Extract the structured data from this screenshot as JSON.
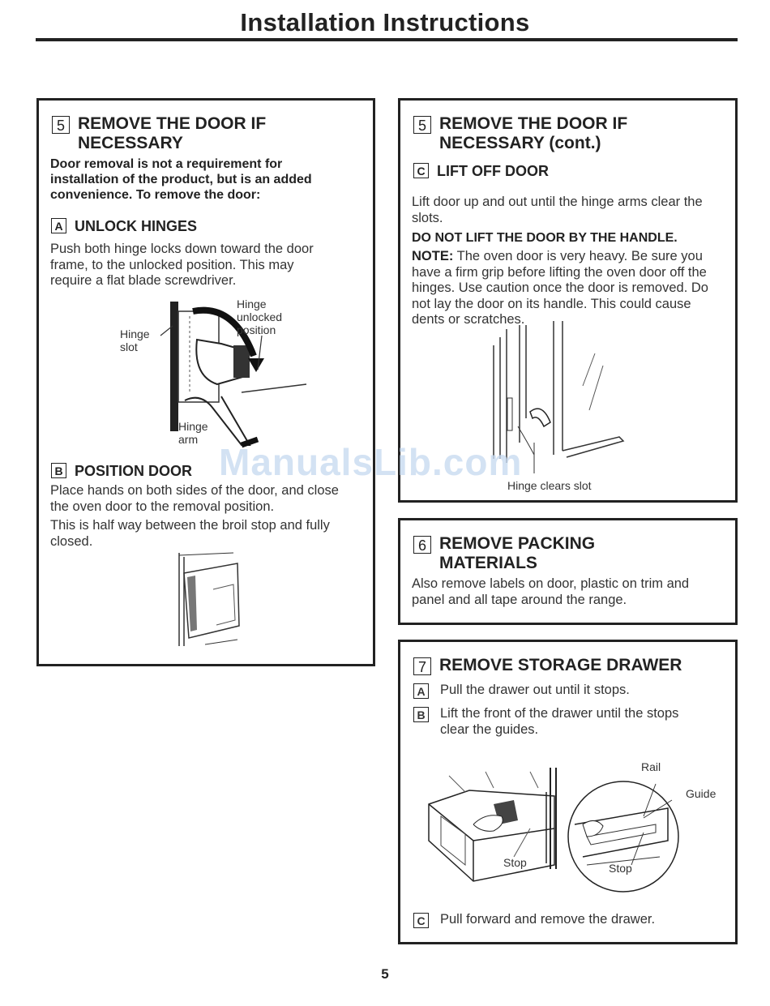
{
  "header": {
    "title": "Installation Instructions"
  },
  "left_box": {
    "num": "5",
    "title_line1": "REMOVE THE DOOR IF",
    "title_line2": "NECESSARY",
    "intro": "Door removal is not a requirement for installation of the product, but is an added convenience. To remove the door:",
    "sub_a": {
      "letter": "A",
      "title": "UNLOCK HINGES",
      "text": "Push both hinge locks down toward the door frame, to the unlocked position. This may require a flat blade screwdriver."
    },
    "fig1": {
      "label_hinge_slot": [
        "Hinge",
        "slot"
      ],
      "label_unlocked": [
        "Hinge",
        "unlocked",
        "position"
      ],
      "label_arm": [
        "Hinge",
        "arm"
      ]
    },
    "sub_b": {
      "letter": "B",
      "title": "POSITION DOOR",
      "text1": "Place hands on both sides of the door, and close the oven door to the removal position.",
      "text2": "This is half way between the broil stop and fully closed."
    }
  },
  "right_box1": {
    "num": "5",
    "title_line1": "REMOVE THE DOOR IF",
    "title_line2": "NECESSARY (cont.)",
    "sub_c": {
      "letter": "C",
      "title": "LIFT OFF DOOR"
    },
    "text1": "Lift door up and out until the hinge arms clear the slots.",
    "warning": "DO NOT LIFT THE DOOR BY THE HANDLE.",
    "note_label": "NOTE:",
    "note_text": " The oven door is very heavy. Be sure you have a firm grip before lifting the oven door off the hinges. Use caution once the door is removed. Do not lay the door on its handle. This could cause dents or scratches.",
    "fig_caption": "Hinge clears slot"
  },
  "right_box2": {
    "num": "6",
    "title_line1": "REMOVE PACKING",
    "title_line2": "MATERIALS",
    "text": "Also remove labels on door, plastic on trim and panel and all tape around the range."
  },
  "right_box3": {
    "num": "7",
    "title": "REMOVE STORAGE DRAWER",
    "step_a": {
      "letter": "A",
      "text": "Pull the drawer out until it stops."
    },
    "step_b": {
      "letter": "B",
      "text": "Lift the front of the drawer until the stops clear the guides."
    },
    "fig": {
      "rail": "Rail",
      "guide": "Guide",
      "stop1": "Stop",
      "stop2": "Stop"
    },
    "step_c": {
      "letter": "C",
      "text": "Pull forward and remove the drawer."
    }
  },
  "watermark": "ManualsLib.com",
  "footer": {
    "page_number": "5"
  }
}
